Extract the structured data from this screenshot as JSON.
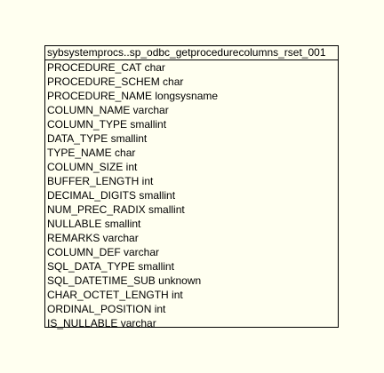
{
  "entity": {
    "title": "sybsystemprocs..sp_odbc_getprocedurecolumns_rset_001",
    "columns": [
      "PROCEDURE_CAT char",
      "PROCEDURE_SCHEM char",
      "PROCEDURE_NAME longsysname",
      "COLUMN_NAME varchar",
      "COLUMN_TYPE smallint",
      "DATA_TYPE smallint",
      "TYPE_NAME char",
      "COLUMN_SIZE int",
      "BUFFER_LENGTH int",
      "DECIMAL_DIGITS smallint",
      "NUM_PREC_RADIX smallint",
      "NULLABLE smallint",
      "REMARKS varchar",
      "COLUMN_DEF varchar",
      "SQL_DATA_TYPE smallint",
      "SQL_DATETIME_SUB unknown",
      "CHAR_OCTET_LENGTH int",
      "ORDINAL_POSITION int",
      "IS_NULLABLE varchar"
    ]
  }
}
